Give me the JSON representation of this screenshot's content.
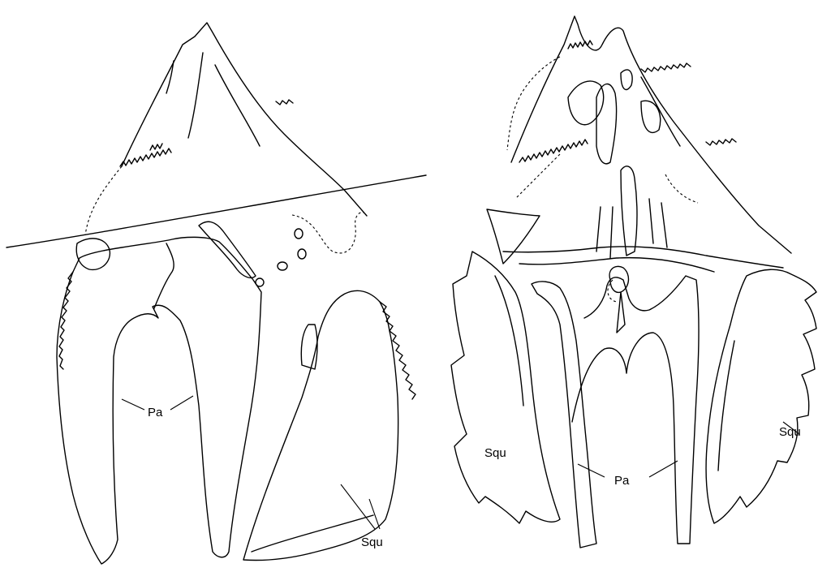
{
  "labels": {
    "left_pa": "Pa",
    "left_squ": "Squ",
    "right_pa": "Pa",
    "right_squ_left": "Squ",
    "right_squ_right": "Squ"
  },
  "colors": {
    "stroke": "#000000",
    "background": "#ffffff"
  }
}
